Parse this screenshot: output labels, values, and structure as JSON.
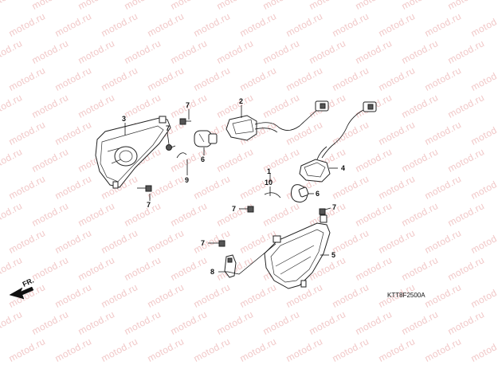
{
  "watermark": {
    "text": "motod.ru"
  },
  "callouts": {
    "c1": "1",
    "c2": "2",
    "c3": "3",
    "c4": "4",
    "c5": "5",
    "c6a": "6",
    "c6b": "6",
    "c7a": "7",
    "c7b": "7",
    "c7c": "7",
    "c7d": "7",
    "c7e": "7",
    "c7f": "7",
    "c8": "8",
    "c9": "9",
    "c10": "10"
  },
  "direction_indicator": {
    "text": "FR."
  },
  "diagram_code": "KTT8F2500A"
}
